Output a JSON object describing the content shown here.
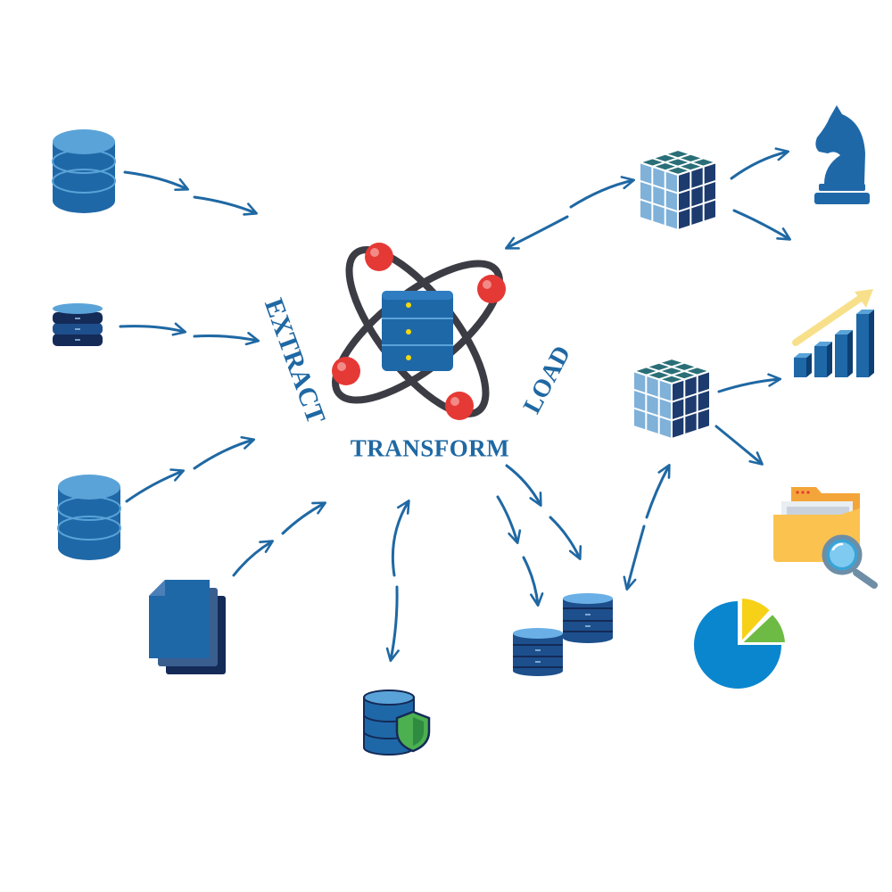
{
  "labels": {
    "extract": "EXTRACT",
    "transform": "TRANSFORM",
    "load": "LOAD"
  },
  "colors": {
    "arrow": "#1f68a3",
    "db_light": "#5aa3d8",
    "db_mid": "#2f7dc0",
    "db_dark": "#1d4f8c",
    "navy": "#142a57",
    "atom_orbit": "#3c3c45",
    "electron": "#e53935",
    "shield": "#4caf50",
    "folder": "#fbb040",
    "pie_blue": "#0a86cf",
    "pie_yellow": "#f7d117",
    "pie_green": "#6dbb44"
  },
  "icons": {
    "center": "atom-database-icon",
    "sources": [
      "database-icon",
      "database-stack-icon",
      "database-icon",
      "documents-icon"
    ],
    "staging": [
      "secure-database-icon",
      "database-pair-icon"
    ],
    "cubes": [
      "data-cube-icon",
      "data-cube-icon"
    ],
    "outputs": [
      "chess-knight-icon",
      "bar-chart-growth-icon",
      "folder-search-icon",
      "pie-chart-icon"
    ]
  }
}
